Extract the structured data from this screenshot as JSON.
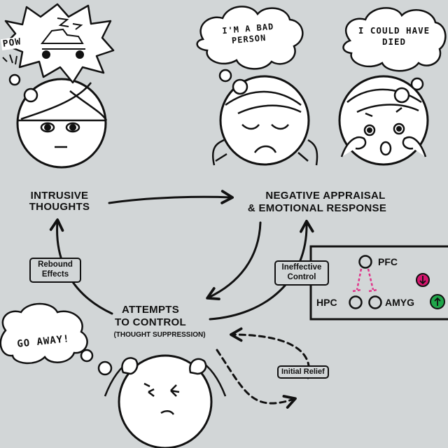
{
  "bubbles": {
    "panel1": "POW",
    "panel2": "I'M A BAD PERSON",
    "panel3": "I COULD HAVE DIED",
    "bottom": "GO AWAY!"
  },
  "nodes": {
    "intrusive": "INTRUSIVE THOUGHTS",
    "appraisal_line1": "NEGATIVE APPRAISAL",
    "appraisal_line2": "& EMOTIONAL RESPONSE",
    "attempts_line1": "ATTEMPTS",
    "attempts_line2": "TO CONTROL",
    "attempts_sub": "(THOUGHT SUPPRESSION)"
  },
  "edges": {
    "rebound": "Rebound Effects",
    "ineffective": "Ineffective Control",
    "relief": "Initial Relief"
  },
  "brain": {
    "pfc": "PFC",
    "hpc": "HPC",
    "amyg": "AMYG",
    "down_color": "#d6166f",
    "up_color": "#1fa64a"
  },
  "colors": {
    "background": "#d2d6d7",
    "inhibit": "#e0358a"
  }
}
